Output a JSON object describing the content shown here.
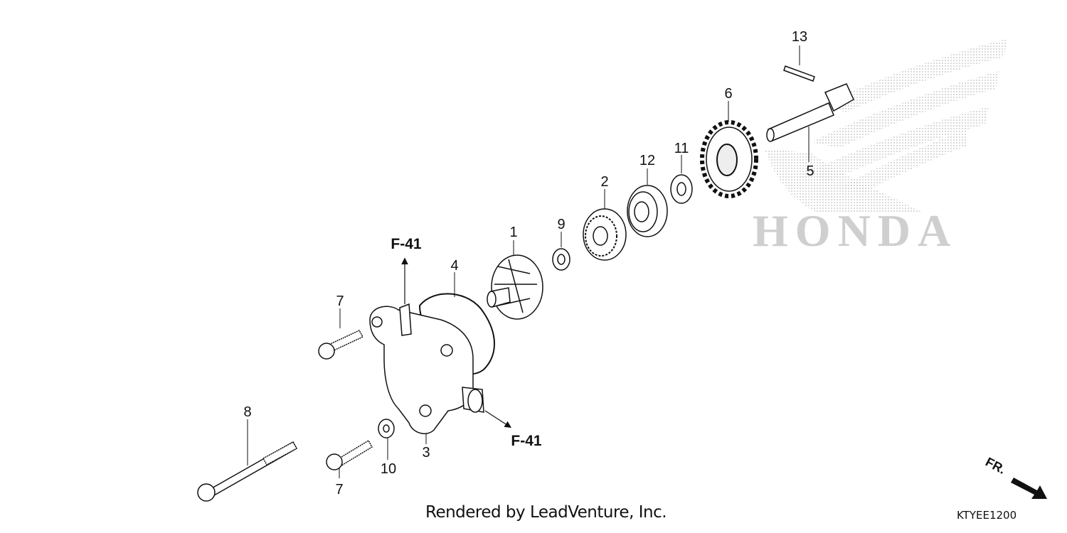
{
  "diagram": {
    "brand_text": "HONDA",
    "credit": "Rendered by LeadVenture, Inc.",
    "diagram_code": "KTYEE1200",
    "front_indicator": "FR.",
    "callouts": {
      "c1": "1",
      "c2": "2",
      "c3": "3",
      "c4": "4",
      "c5": "5",
      "c6": "6",
      "c7a": "7",
      "c7b": "7",
      "c8": "8",
      "c9": "9",
      "c10": "10",
      "c11": "11",
      "c12": "12",
      "c13": "13"
    },
    "references": {
      "top": "F-41",
      "bottom": "F-41"
    }
  }
}
